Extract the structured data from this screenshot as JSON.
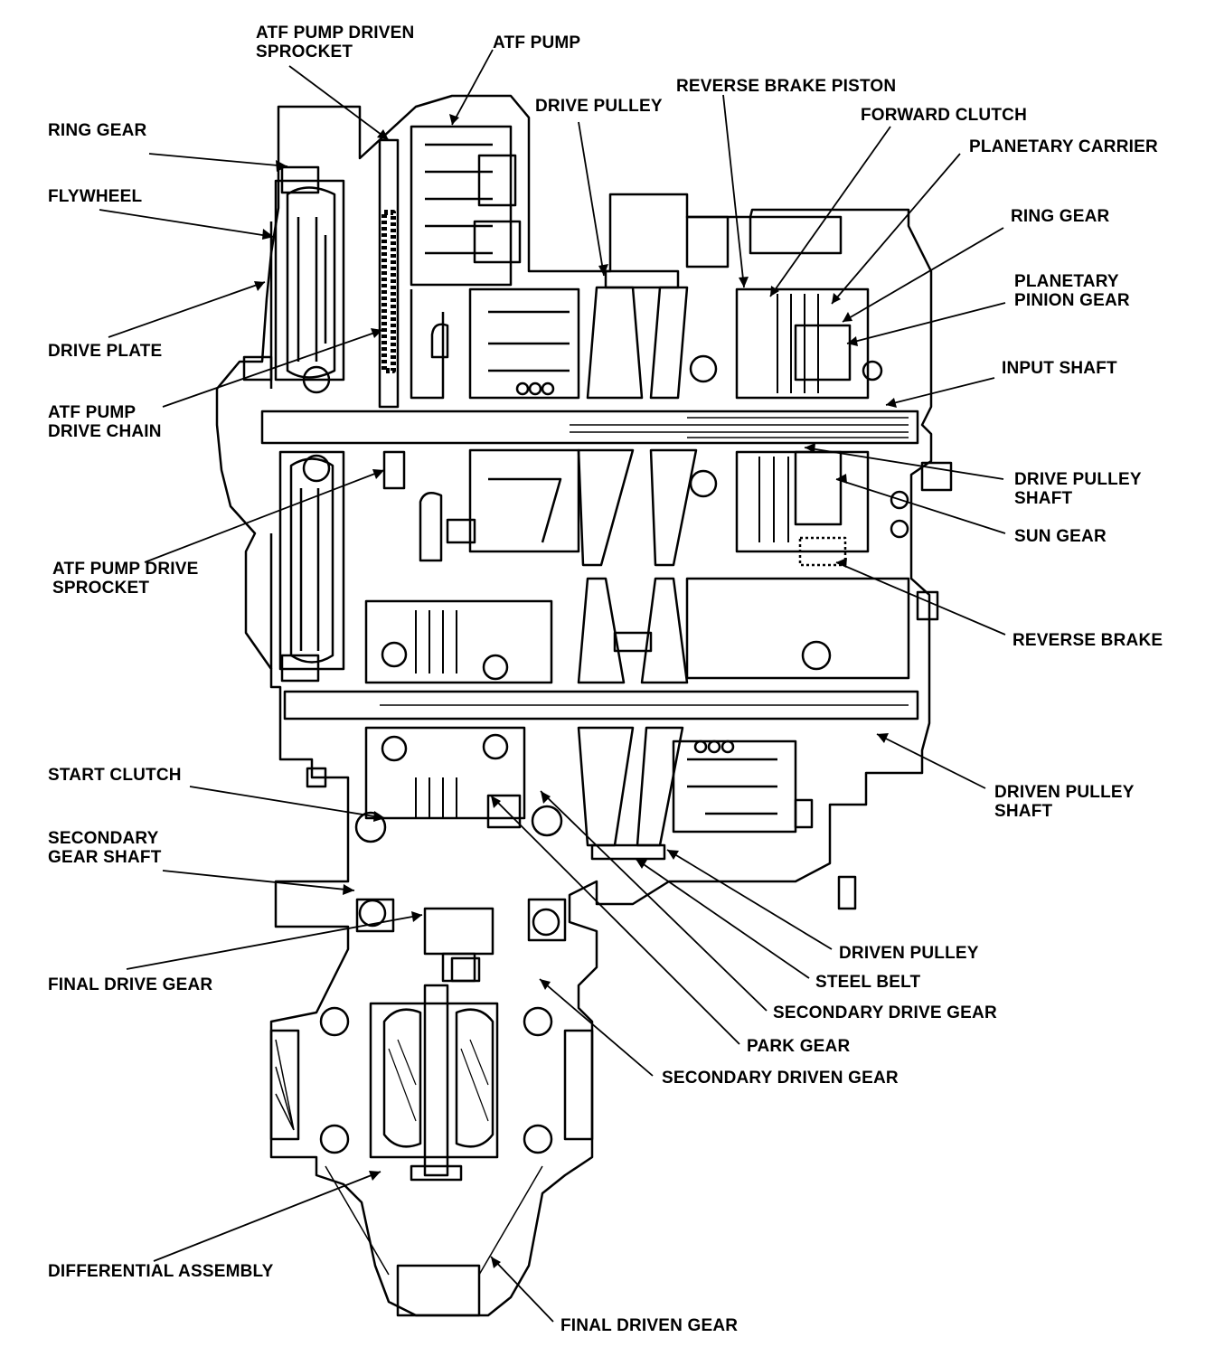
{
  "labels": {
    "atf_pump_driven_sprocket": [
      "ATF PUMP DRIVEN",
      "SPROCKET"
    ],
    "atf_pump": "ATF PUMP",
    "drive_pulley": "DRIVE PULLEY",
    "reverse_brake_piston": "REVERSE BRAKE PISTON",
    "forward_clutch": "FORWARD CLUTCH",
    "planetary_carrier": "PLANETARY CARRIER",
    "ring_gear_right": "RING GEAR",
    "planetary_pinion_gear": [
      "PLANETARY",
      "PINION GEAR"
    ],
    "input_shaft": "INPUT SHAFT",
    "drive_pulley_shaft": [
      "DRIVE PULLEY",
      "SHAFT"
    ],
    "sun_gear": "SUN GEAR",
    "reverse_brake": "REVERSE BRAKE",
    "driven_pulley_shaft": [
      "DRIVEN PULLEY",
      "SHAFT"
    ],
    "driven_pulley": "DRIVEN PULLEY",
    "steel_belt": "STEEL BELT",
    "secondary_drive_gear": "SECONDARY DRIVE GEAR",
    "park_gear": "PARK GEAR",
    "secondary_driven_gear": "SECONDARY DRIVEN GEAR",
    "final_driven_gear": "FINAL DRIVEN GEAR",
    "ring_gear_left": "RING GEAR",
    "flywheel": "FLYWHEEL",
    "drive_plate": "DRIVE PLATE",
    "atf_pump_drive_chain": [
      "ATF PUMP",
      "DRIVE CHAIN"
    ],
    "atf_pump_drive_sprocket": [
      "ATF PUMP DRIVE",
      "SPROCKET"
    ],
    "start_clutch": "START CLUTCH",
    "secondary_gear_shaft": [
      "SECONDARY",
      "GEAR SHAFT"
    ],
    "final_drive_gear": "FINAL DRIVE GEAR",
    "differential_assembly": "DIFFERENTIAL ASSEMBLY"
  },
  "colors": {
    "ink": "#000000",
    "paper": "#ffffff"
  }
}
